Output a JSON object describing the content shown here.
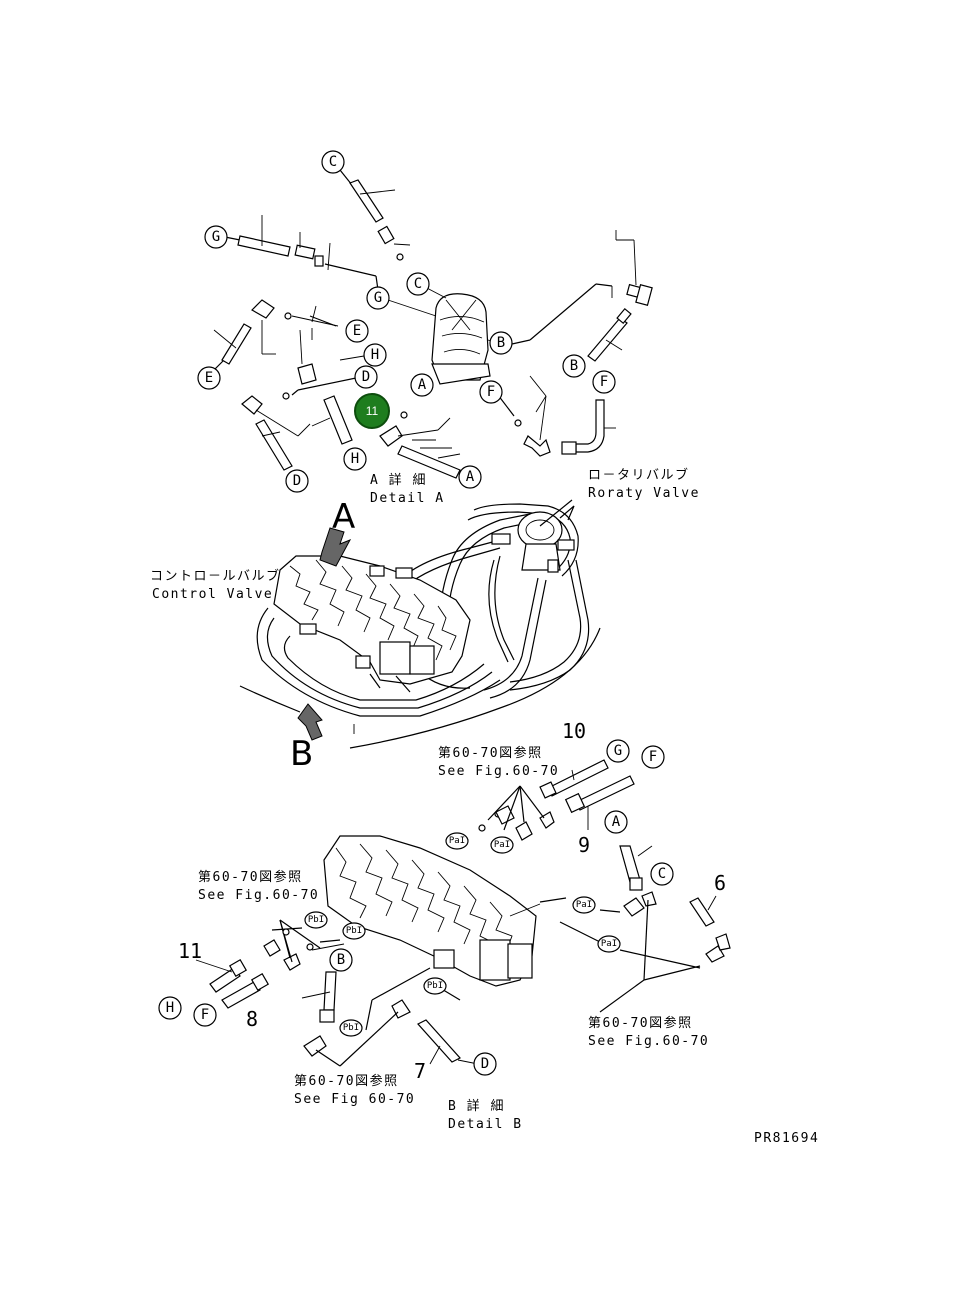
{
  "callouts": {
    "c_top": "C",
    "g_top": "G",
    "c_mid": "C",
    "g_mid": "G",
    "e_mid": "E",
    "e_left": "E",
    "h_mid": "H",
    "d_mid": "D",
    "b_mid": "B",
    "b_right": "B",
    "f_right": "F",
    "a_small": "A",
    "f_small": "F",
    "h_low": "H",
    "d_low": "D",
    "a_low": "A",
    "g_b": "G",
    "f_b": "F",
    "a_b": "A",
    "c_b": "C",
    "b_b": "B",
    "h_b": "H",
    "f_b2": "F",
    "d_b": "D"
  },
  "highlight": {
    "label": "11",
    "color": "#1e7d1e"
  },
  "detail_a": {
    "jp": "A 詳 細",
    "en": "Detail A"
  },
  "detail_b": {
    "jp": "B 詳 細",
    "en": "Detail B"
  },
  "rotary_valve": {
    "jp": "ロ－タリバルブ",
    "en": "Roraty Valve"
  },
  "control_valve": {
    "jp": "コントロ－ルバルブ",
    "en": "Control Valve"
  },
  "view_arrows": {
    "a": "A",
    "b": "B"
  },
  "see_fig": {
    "jp": "第60-70図参照",
    "en_1": "See Fig.60-70",
    "en_2": "See Fig.60-70",
    "en_3": "See Fig.60-70",
    "en_4": "See Fig 60-70"
  },
  "port_labels": {
    "pal_1": "PaI",
    "pal_2": "PaI",
    "pal_3": "PaI",
    "pal_4": "PaI",
    "pbi_1": "PbI",
    "pbi_2": "PbI",
    "pbi_3": "PbI",
    "pbi_4": "PbI"
  },
  "part_numbers": {
    "p10": "10",
    "p9": "9",
    "p6": "6",
    "p11": "11",
    "p8": "8",
    "p7": "7"
  },
  "drawing_code": "PR81694"
}
